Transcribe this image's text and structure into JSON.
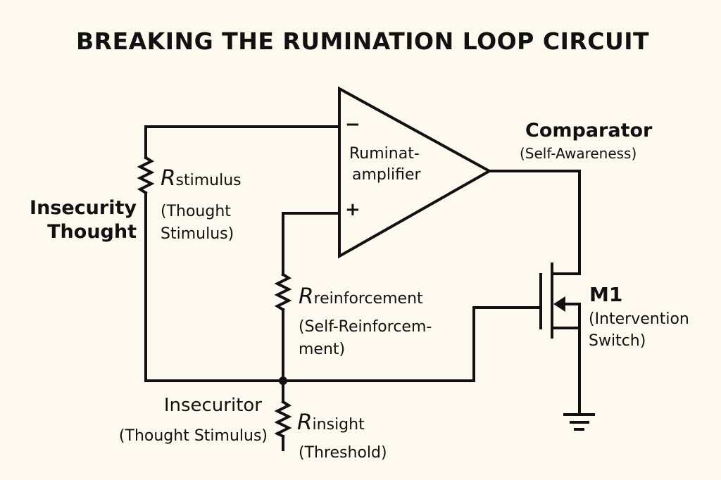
{
  "title": "BREAKING THE RUMINATION LOOP CIRCUIT",
  "opamp": {
    "label_line1": "Ruminat-",
    "label_line2": "amplifier",
    "minus_sign": "−",
    "plus_sign": "+"
  },
  "comparator": {
    "label": "Comparator",
    "sublabel": "(Self-Awareness)"
  },
  "input_label": {
    "line1": "Insecurity",
    "line2": "Thought"
  },
  "resistors": {
    "stimulus": {
      "symbol": "R",
      "subscript": "stimulus",
      "desc_line1": "(Thought",
      "desc_line2": "Stimulus)"
    },
    "reinforcement": {
      "symbol": "R",
      "subscript": "reinforcement",
      "desc_line1": "(Self-Reinforcem-",
      "desc_line2": "ment)"
    },
    "insight": {
      "symbol": "R",
      "subscript": "insight",
      "desc_line1": "(Threshold)"
    }
  },
  "insecuritor": {
    "label": "Insecuritor",
    "sublabel": "(Thought Stimulus)"
  },
  "transistor": {
    "label": "M1",
    "desc_line1": "(Intervention",
    "desc_line2": "Switch)"
  },
  "colors": {
    "background": "#fdf9ef",
    "ink": "#111111"
  }
}
